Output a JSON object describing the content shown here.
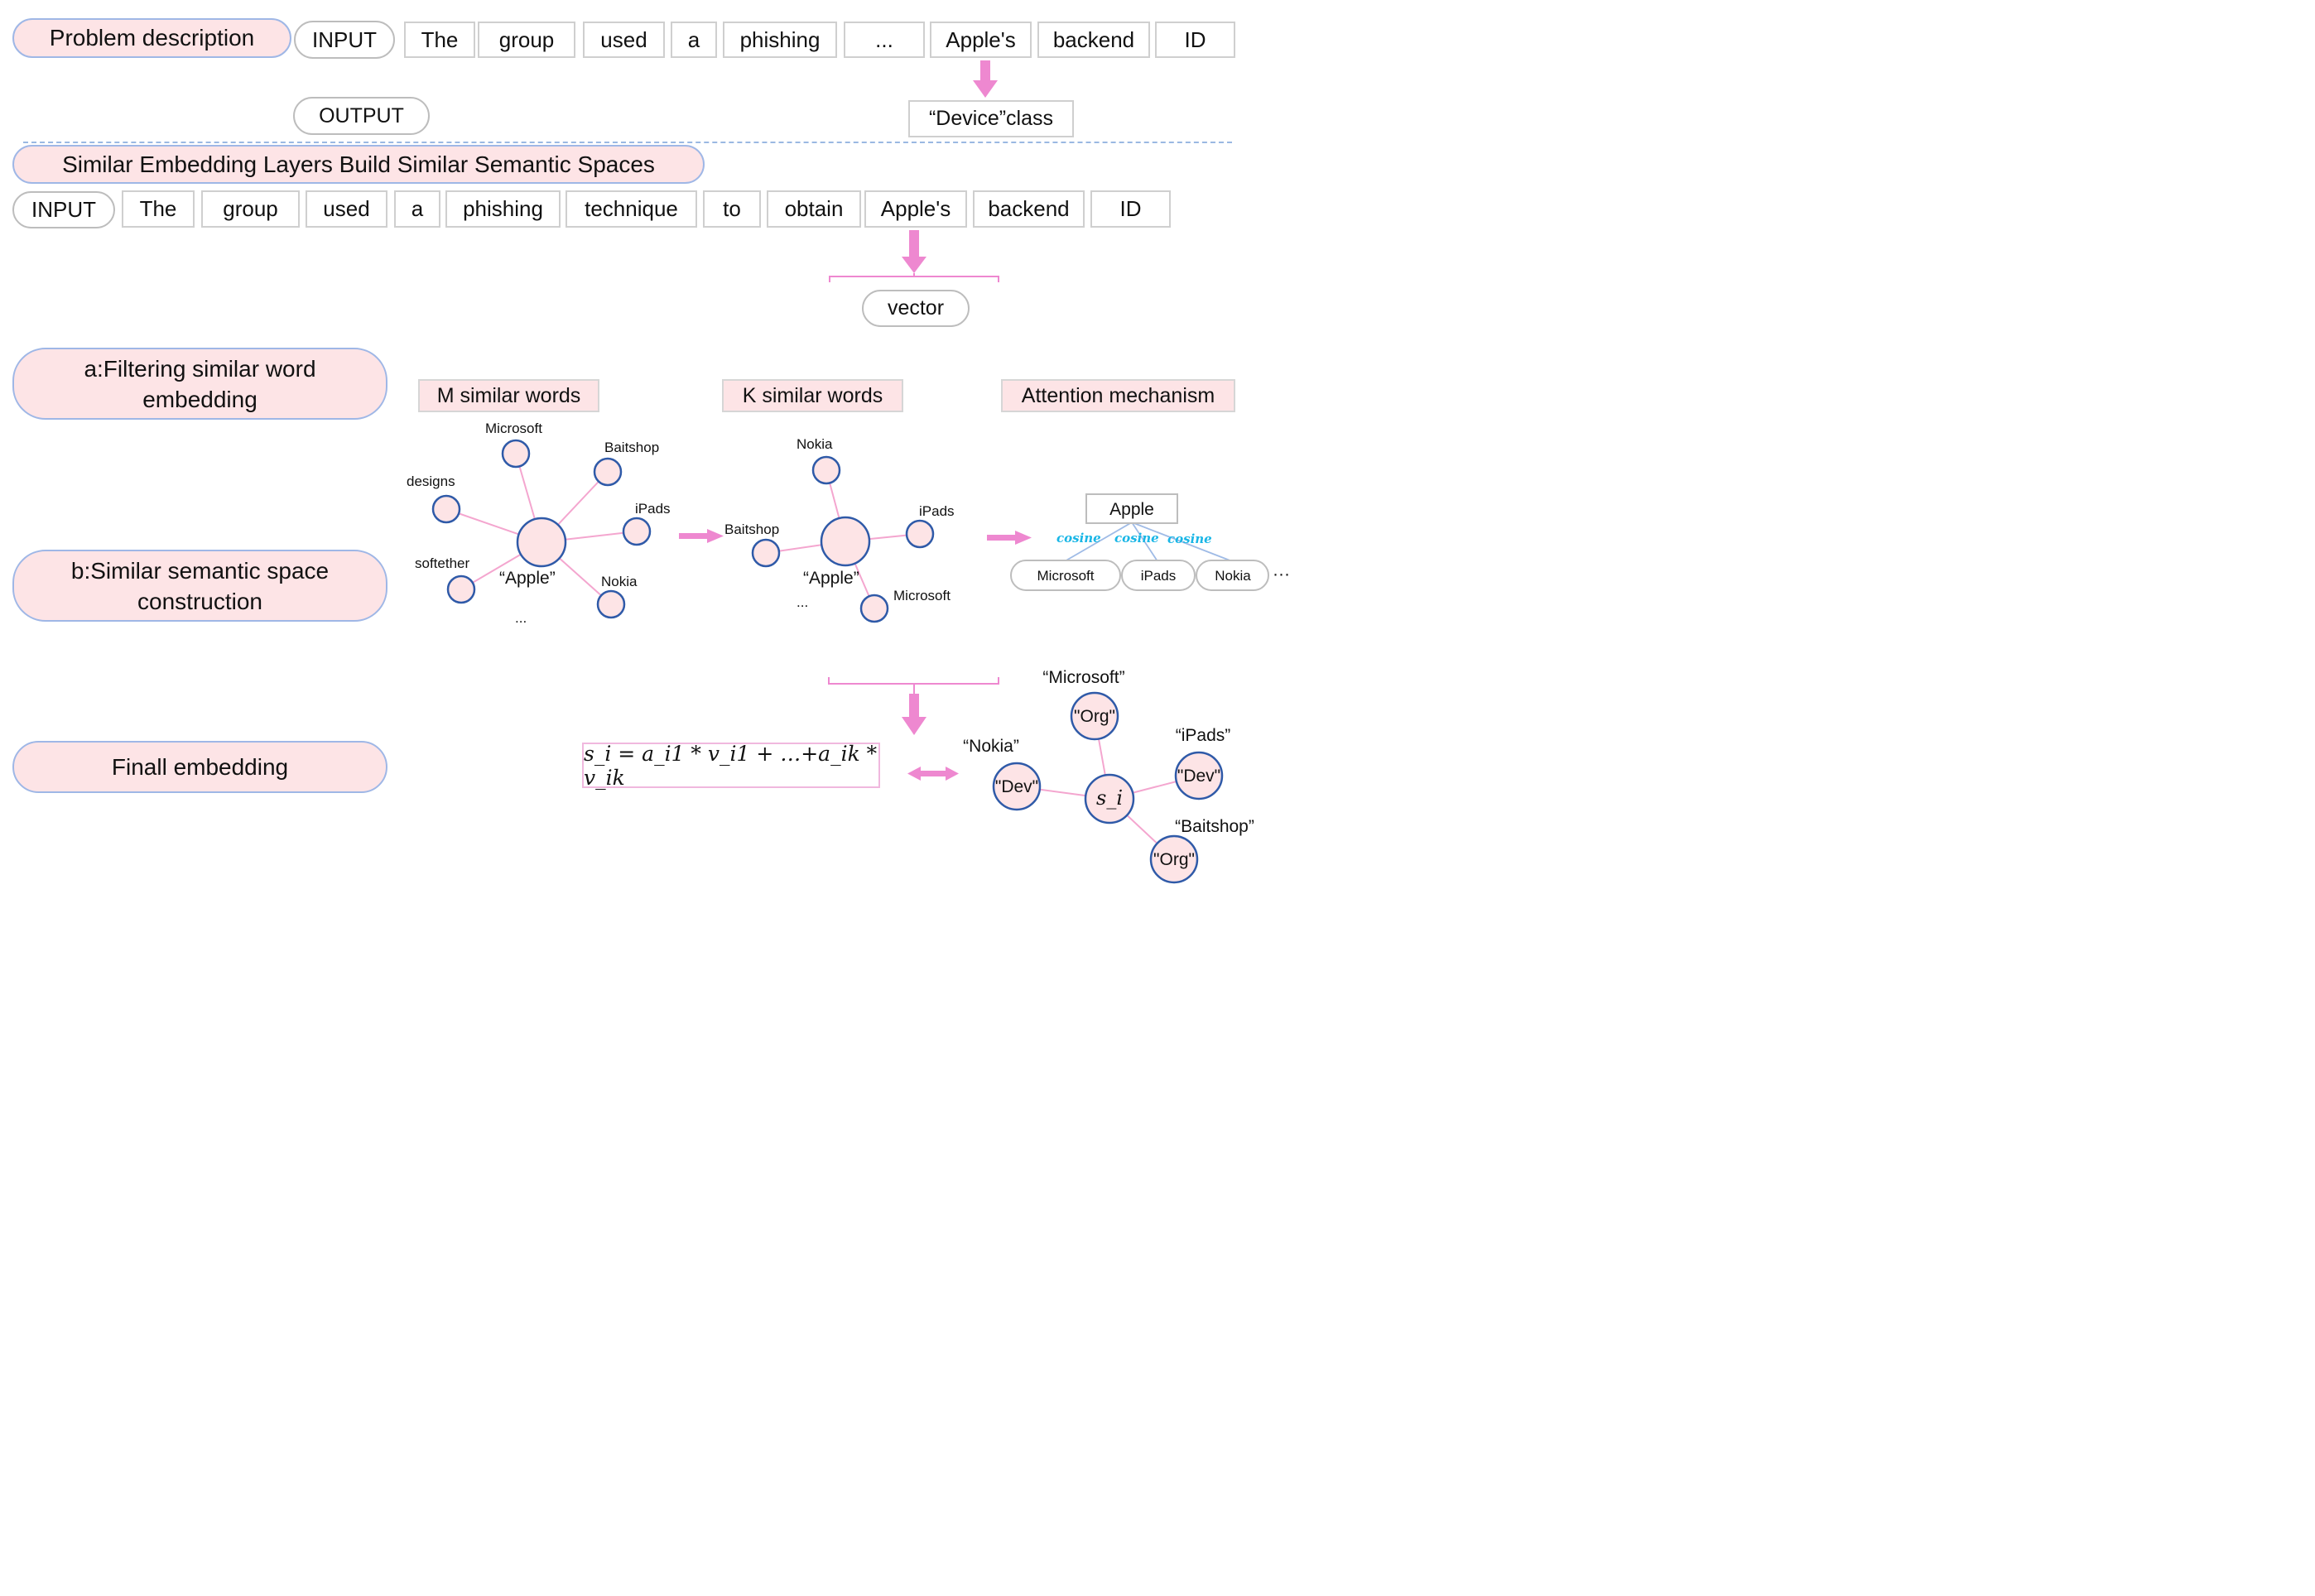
{
  "problem": {
    "label": "Problem description",
    "input_label": "INPUT",
    "tokens": [
      "The",
      "group",
      "used",
      "a",
      "phishing",
      "...",
      "Apple's",
      "backend",
      "ID"
    ],
    "output_label": "OUTPUT",
    "output_class": "“Device”class"
  },
  "section2": {
    "label": "Similar Embedding Layers Build Similar Semantic Spaces",
    "input_label": "INPUT",
    "tokens": [
      "The",
      "group",
      "used",
      "a",
      "phishing",
      "technique",
      "to",
      "obtain",
      "Apple's",
      "backend",
      "ID"
    ],
    "vector_label": "vector"
  },
  "steps": {
    "a": "a:Filtering similar word embedding",
    "b": "b:Similar semantic space construction",
    "final": "Finall embedding"
  },
  "headers": {
    "m_words": "M similar words",
    "k_words": "K similar words",
    "attention": "Attention mechanism"
  },
  "m_graph": {
    "center": "“Apple”",
    "nodes": [
      "Microsoft",
      "Baitshop",
      "designs",
      "iPads",
      "softether",
      "Nokia"
    ],
    "ellipsis": "..."
  },
  "k_graph": {
    "center": "“Apple”",
    "nodes": [
      "Nokia",
      "iPads",
      "Baitshop",
      "Microsoft"
    ],
    "ellipsis": "..."
  },
  "attention": {
    "root": "Apple",
    "children": [
      "Microsoft",
      "iPads",
      "Nokia"
    ],
    "edge_label": "cosine",
    "ellipsis": "···"
  },
  "final": {
    "formula": "s_i = a_i1 * v_i1 + …+a_ik * v_ik",
    "center": "s_i",
    "nodes": [
      {
        "word": "“Microsoft”",
        "tag": "\"Org\""
      },
      {
        "word": "“iPads”",
        "tag": "\"Dev\""
      },
      {
        "word": "“Nokia”",
        "tag": "\"Dev\""
      },
      {
        "word": "“Baitshop”",
        "tag": "\"Org\""
      }
    ]
  },
  "colors": {
    "pink_fill": "#fde4e6",
    "blue_border": "#9fb7e6",
    "node_stroke": "#2f5aa8",
    "arrow": "#ee88d0",
    "cosine": "#19b6e6"
  }
}
